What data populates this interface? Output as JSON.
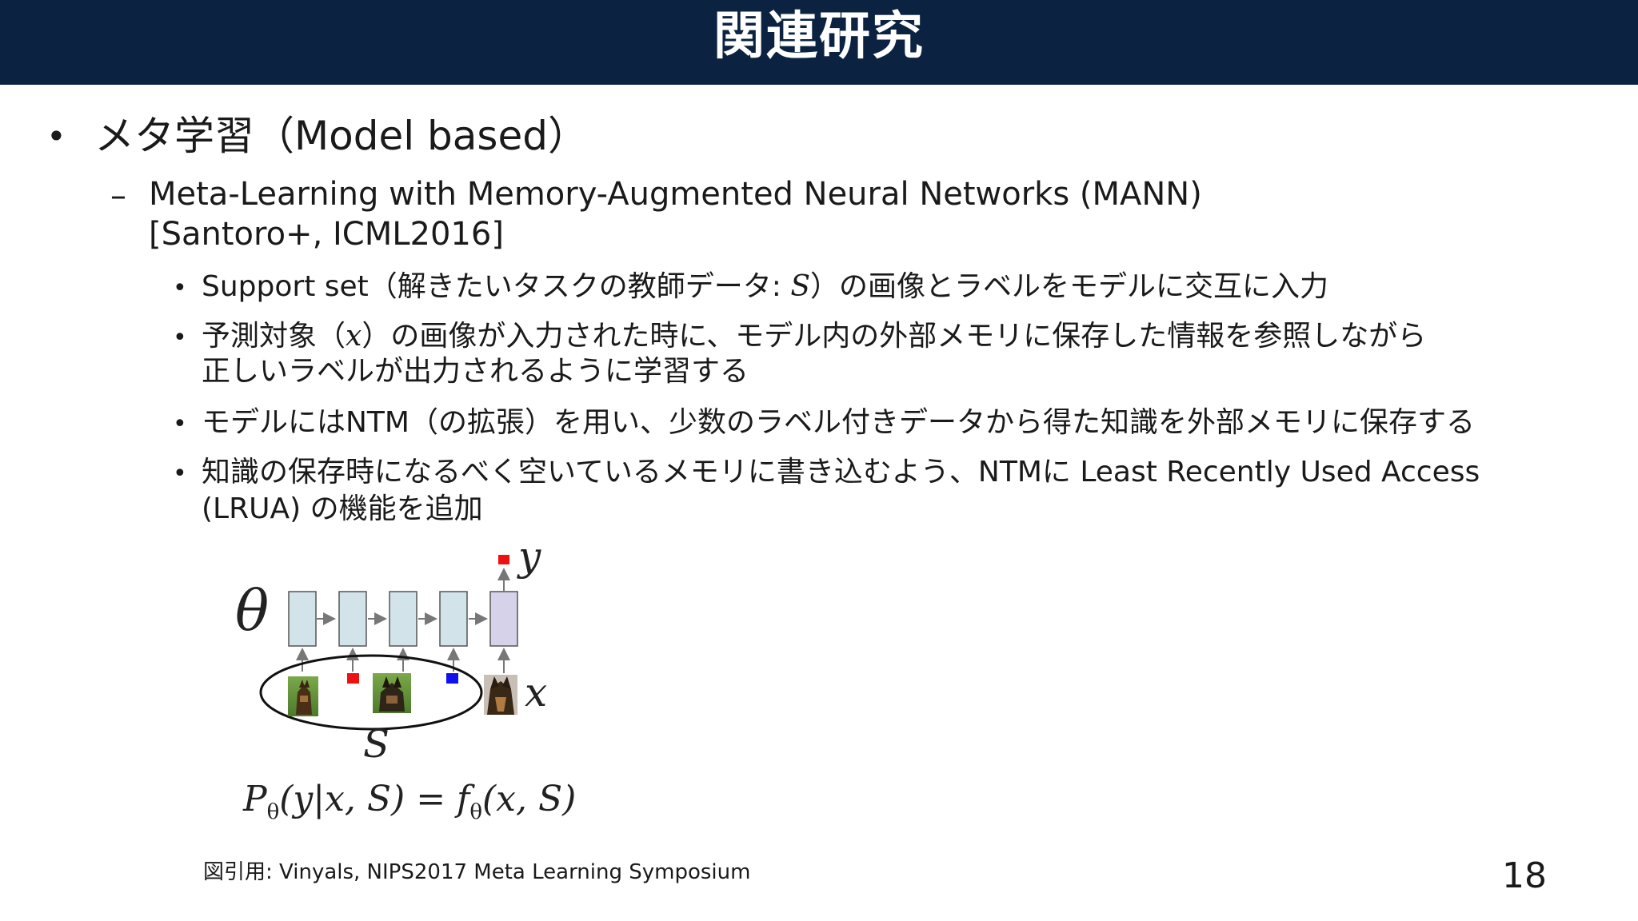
{
  "slide": {
    "title": "関連研究",
    "level1": "メタ学習（Model based）",
    "level2_line1": "Meta-Learning with Memory-Augmented Neural Networks (MANN)",
    "level2_line2": "[Santoro+, ICML2016]",
    "b1_pre": "Support set（解きたいタスクの教師データ: ",
    "b1_var": "S",
    "b1_post": "）の画像とラベルをモデルに交互に入力",
    "b2_pre": "予測対象（",
    "b2_var": "x",
    "b2_post": "）の画像が入力された時に、モデル内の外部メモリに保存した情報を参照しながら",
    "b2_line2": "正しいラベルが出力されるように学習する",
    "b3": "モデルにはNTM（の拡張）を用い、少数のラベル付きデータから得た知識を外部メモリに保存する",
    "b4_line1": "知識の保存時になるべく空いているメモリに書き込むよう、NTMに Least Recently Used Access",
    "b4_line2": "(LRUA) の機能を追加"
  },
  "figure": {
    "theta": "θ",
    "y": "y",
    "x": "x",
    "S": "S",
    "formula_P": "P",
    "formula_theta1": "θ",
    "formula_mid": "(y|x, S) = f",
    "formula_theta2": "θ",
    "formula_end": "(x, S)",
    "colors": {
      "cell": "#d2e3ea",
      "output_cell": "#d6d2ea",
      "label_red": "#ee1111",
      "label_blue": "#1111ee"
    }
  },
  "footnote": "図引用: Vinyals, NIPS2017 Meta Learning Symposium",
  "page_number": "18"
}
